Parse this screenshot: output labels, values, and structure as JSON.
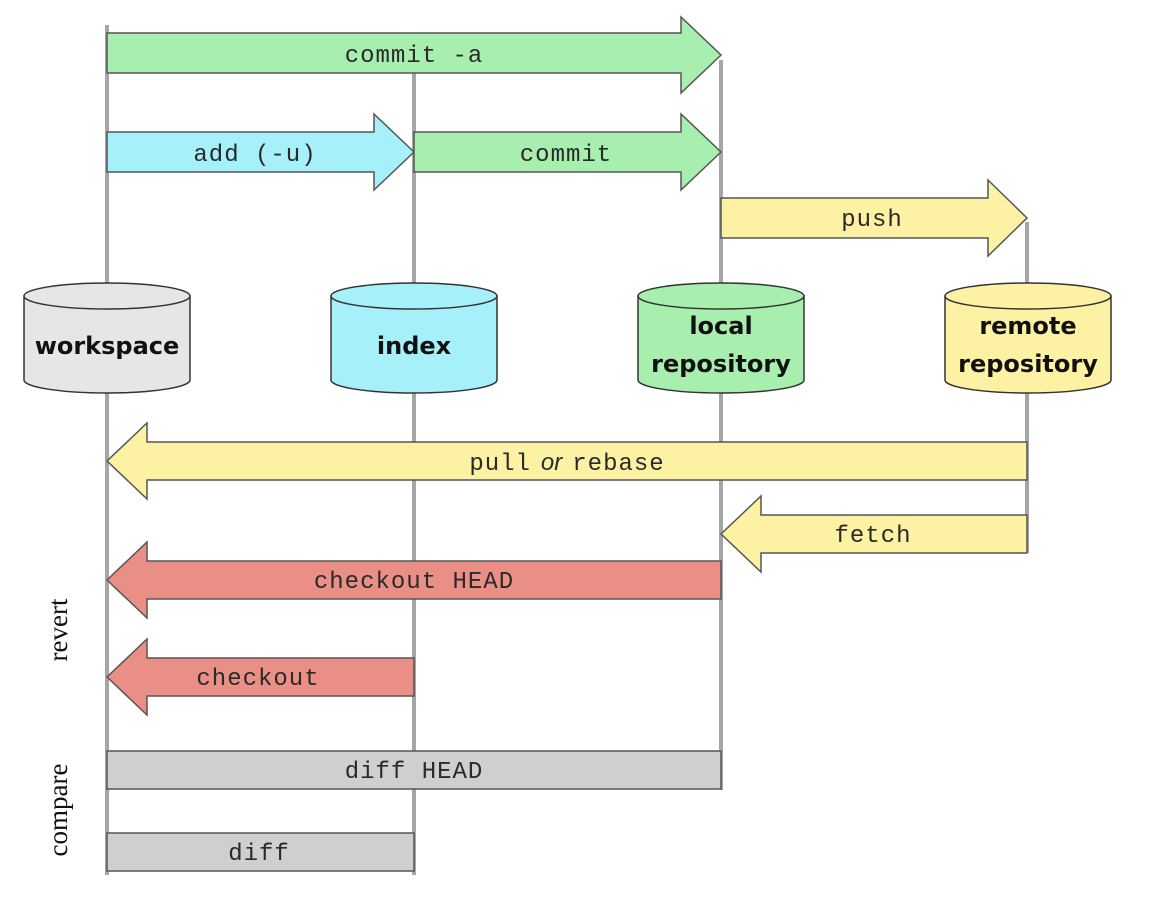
{
  "colors": {
    "workspace": "#e6e6e6",
    "index": "#a6f0fa",
    "local": "#a8eeae",
    "remote": "#fdf1a4",
    "commit": "#a8eeae",
    "add": "#a6f0fa",
    "push": "#fdf1a4",
    "pull": "#fdf1a4",
    "fetch": "#fdf1a4",
    "checkout": "#ea8f86",
    "diff": "#cfcfcf",
    "lane": "#a6a6a6"
  },
  "stores": {
    "workspace": {
      "line1": "workspace",
      "line2": ""
    },
    "index": {
      "line1": "index",
      "line2": ""
    },
    "local": {
      "line1": "local",
      "line2": "repository"
    },
    "remote": {
      "line1": "remote",
      "line2": "repository"
    }
  },
  "commands": {
    "commit_all": "commit -a",
    "add": "add (-u)",
    "commit": "commit",
    "push": "push",
    "pull_cmd": "pull",
    "pull_or": "or",
    "rebase_cmd": "rebase",
    "fetch": "fetch",
    "checkout_head": "checkout HEAD",
    "checkout": "checkout",
    "diff_head": "diff HEAD",
    "diff": "diff"
  },
  "side_labels": {
    "revert": "revert",
    "compare": "compare"
  }
}
